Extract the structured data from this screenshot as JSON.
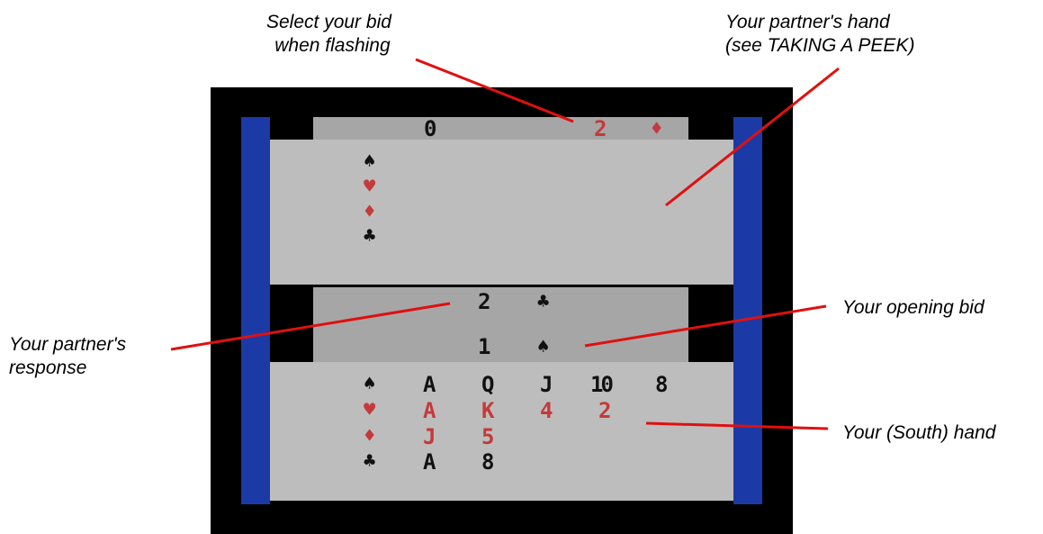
{
  "callouts": {
    "select_bid_line1": "Select your bid",
    "select_bid_line2": "when flashing",
    "partner_hand_line1": "Your partner's hand",
    "partner_hand_line2": "(see TAKING A PEEK)",
    "opening_bid": "Your opening bid",
    "partner_response_line1": "Your partner's",
    "partner_response_line2": "response",
    "south_hand": "Your (South) hand"
  },
  "top_strip": {
    "score": "0",
    "flashing_bid_level": "2",
    "flashing_bid_suit": "♦"
  },
  "partner_hand": {
    "suits": [
      "♠",
      "♥",
      "♦",
      "♣"
    ]
  },
  "bidding": {
    "partner_response_level": "2",
    "partner_response_suit": "♣",
    "opening_bid_level": "1",
    "opening_bid_suit": "♠"
  },
  "south_hand": {
    "spades": {
      "suit": "♠",
      "cards": [
        "A",
        "Q",
        "J",
        "10",
        "8"
      ]
    },
    "hearts": {
      "suit": "♥",
      "cards": [
        "A",
        "K",
        "4",
        "2"
      ]
    },
    "diamonds": {
      "suit": "♦",
      "cards": [
        "J",
        "5"
      ]
    },
    "clubs": {
      "suit": "♣",
      "cards": [
        "A",
        "8"
      ]
    }
  },
  "colors": {
    "frame": "#000000",
    "sidebar_blue": "#1c3aa6",
    "panel_gray": "#bdbdbd",
    "strip_gray": "#a6a6a6",
    "red_suit": "#c43a3a",
    "leader_line": "#e01010"
  }
}
